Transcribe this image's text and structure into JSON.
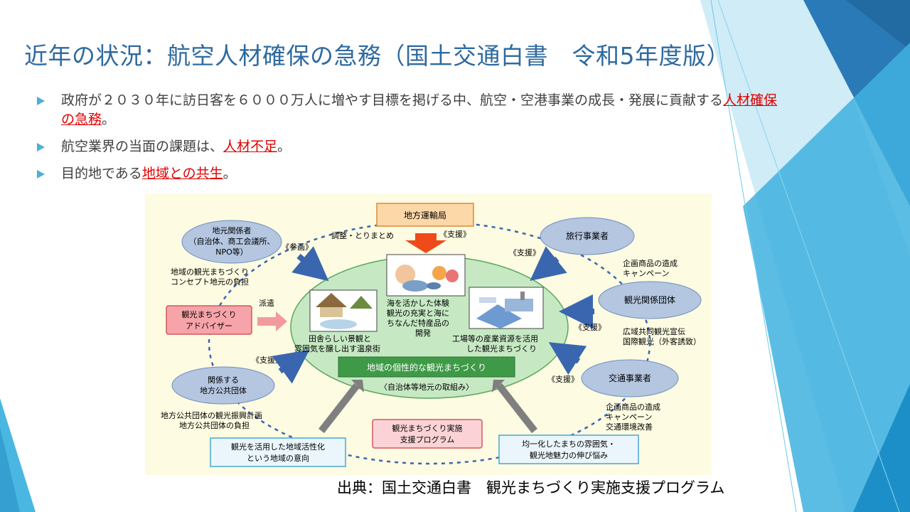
{
  "title": "近年の状況：航空人材確保の急務（国土交通白書　令和5年度版）",
  "bullets": [
    {
      "pre": "政府が２０３０年に訪日客を６０００万人に増やす目標を掲げる中、航空・空港事業の成長・発展に貢献する",
      "highlight": "人材確保の急務",
      "post": "。"
    },
    {
      "pre": "航空業界の当面の課題は、",
      "highlight": "人材不足",
      "post": "。"
    },
    {
      "pre": "目的地である",
      "highlight": "地域との共生",
      "post": "。"
    }
  ],
  "diagram": {
    "top_box": "地方運輸局",
    "top_action": "調整・とりまとめ",
    "support": "《支援》",
    "participate": "《参画》",
    "dispatch": "派遣",
    "ellipse_local": [
      "地元関係者",
      "（自治体、商工会議所、",
      "NPO等）"
    ],
    "ellipse_travel": "旅行事業者",
    "ellipse_tourism": "観光関係団体",
    "ellipse_transport": "交通事業者",
    "ellipse_gov": [
      "関係する",
      "地方公共団体"
    ],
    "advisor": [
      "観光まちづくり",
      "アドバイザー"
    ],
    "note_local": [
      "地域の観光まちづくり",
      "コンセプト地元の負担"
    ],
    "note_travel": [
      "企画商品の造成",
      "キャンペーン"
    ],
    "note_tourism": [
      "広域共同観光宣伝",
      "国際観光（外客誘致）"
    ],
    "note_transport": [
      "企画商品の造成",
      "キャンペーン",
      "交通環境改善"
    ],
    "note_gov": [
      "地方公共団体の観光振興計画",
      "地方公共団体の負担"
    ],
    "center_sea": [
      "海を活かした体験",
      "観光の充実と海に",
      "ちなんだ特産品の",
      "開発"
    ],
    "center_rural": [
      "田舎らしい景観と",
      "雰囲気を醸し出す温泉街"
    ],
    "center_factory": [
      "工場等の産業資源を活用",
      "した観光まちづくり"
    ],
    "center_bar": "地域の個性的な観光まちづくり",
    "center_sub": "〈自治体等地元の取組み〉",
    "program": [
      "観光まちづくり実施",
      "支援プログラム"
    ],
    "bottom_left": [
      "観光を活用した地域活性化",
      "という地域の意向"
    ],
    "bottom_right": [
      "均一化したまちの雰囲気・",
      "観光地魅力の伸び悩み"
    ]
  },
  "source": "出典：国土交通白書　観光まちづくり実施支援プログラム",
  "colors": {
    "title": "#2e6aa0",
    "highlight": "#e00000",
    "bullet_arrow": "#4ab0d8",
    "diagram_bg": "#fdfbe1",
    "center": "#c6e9c4",
    "bar": "#3f9a47",
    "ellipse": "#b4c6e0",
    "blue_arrow": "#3a66b0",
    "red_arrow": "#ee4a1a"
  }
}
